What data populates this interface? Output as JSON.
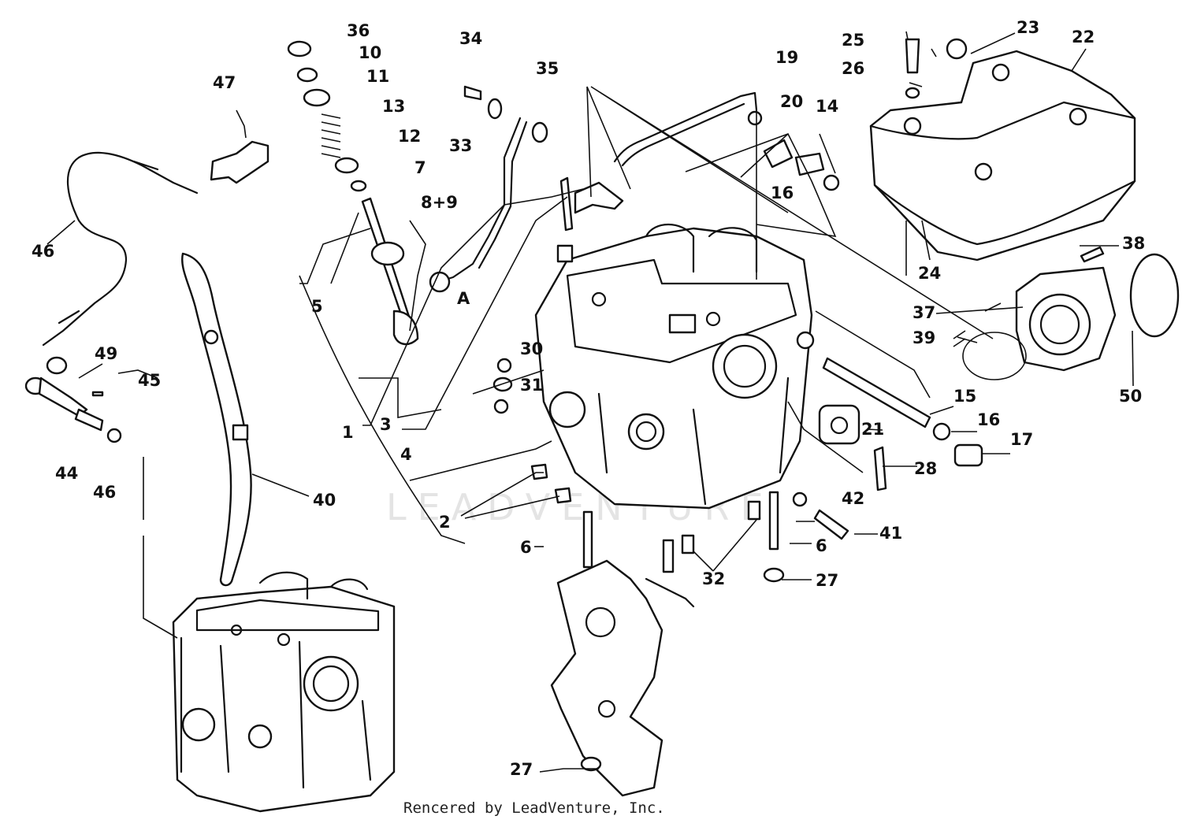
{
  "diagram": {
    "watermark": "LEADVENTURE",
    "footer": "Rencered by LeadVenture, Inc.",
    "callouts": {
      "c1": "1",
      "c2": "2",
      "c3": "3",
      "c4": "4",
      "c5": "5",
      "c6a": "6",
      "c6b": "6",
      "c7": "7",
      "c8_9": "8+9",
      "c10": "10",
      "c11": "11",
      "c12": "12",
      "c13": "13",
      "c14": "14",
      "c15": "15",
      "c16a": "16",
      "c16b": "16",
      "c17": "17",
      "c19": "19",
      "c20": "20",
      "c21": "21",
      "c22": "22",
      "c23": "23",
      "c24": "24",
      "c25": "25",
      "c26": "26",
      "c27a": "27",
      "c27b": "27",
      "c28": "28",
      "c30": "30",
      "c31": "31",
      "c32": "32",
      "c33": "33",
      "c34": "34",
      "c35": "35",
      "c36": "36",
      "c37": "37",
      "c38": "38",
      "c39": "39",
      "c40": "40",
      "c41": "41",
      "c42": "42",
      "c44": "44",
      "c45": "45",
      "c46a": "46",
      "c46b": "46",
      "c47": "47",
      "c49": "49",
      "c50": "50",
      "cA": "A"
    }
  }
}
